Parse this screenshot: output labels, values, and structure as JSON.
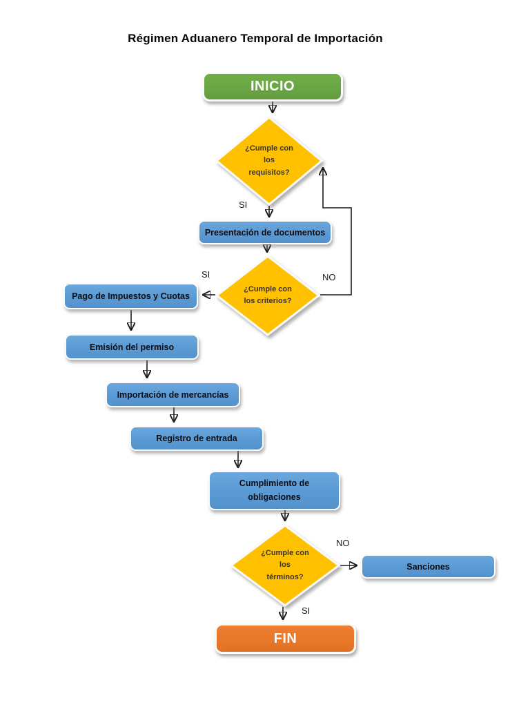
{
  "page": {
    "title": "Régimen Aduanero Temporal de Importación"
  },
  "palette": {
    "start_green": "#70AD47",
    "process_blue": "#5B9BD5",
    "decision_yellow": "#FFC000",
    "end_orange": "#ED7D31",
    "connector_black": "#1c1c1c"
  },
  "nodes": {
    "inicio": {
      "type": "start",
      "label": "INICIO"
    },
    "d1": {
      "type": "decision",
      "label": "¿Cumple con los requisitos?"
    },
    "presentacion": {
      "type": "process",
      "label": "Presentación de documentos"
    },
    "d2": {
      "type": "decision",
      "label": "¿Cumple con los criterios?"
    },
    "pago": {
      "type": "process",
      "label": "Pago de Impuestos y Cuotas"
    },
    "emision": {
      "type": "process",
      "label": "Emisión del permiso"
    },
    "importacion": {
      "type": "process",
      "label": "Importación de mercancías"
    },
    "registro": {
      "type": "process",
      "label": "Registro de entrada"
    },
    "cumplimiento": {
      "type": "process",
      "label": "Cumplimiento de obligaciones"
    },
    "d3": {
      "type": "decision",
      "label": "¿Cumple con los términos?"
    },
    "sanciones": {
      "type": "process",
      "label": "Sanciones"
    },
    "fin": {
      "type": "end",
      "label": "FIN"
    }
  },
  "edge_labels": {
    "d1_si": "SI",
    "d2_si": "SI",
    "d2_no": "NO",
    "d3_no": "NO",
    "d3_si": "SI"
  }
}
